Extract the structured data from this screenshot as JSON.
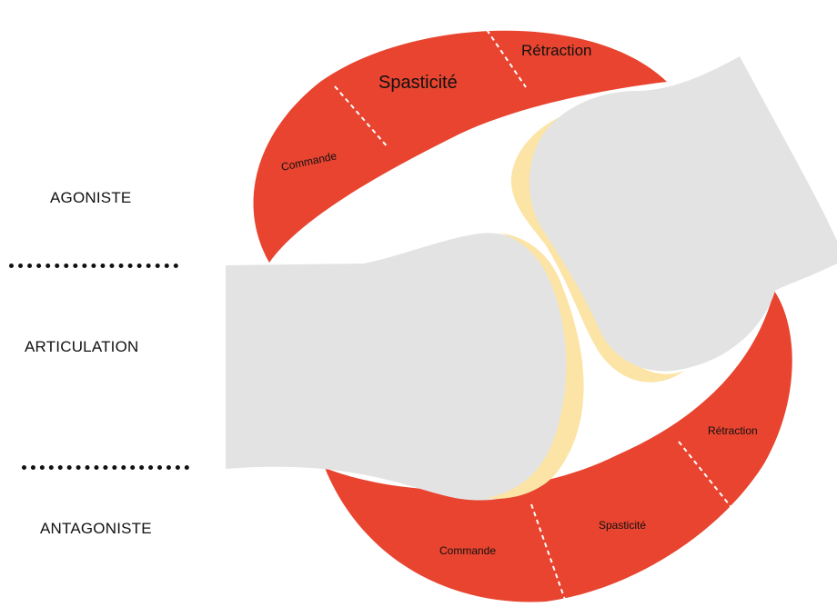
{
  "labels": {
    "agoniste": "AGONISTE",
    "articulation": "ARTICULATION",
    "antagoniste": "ANTAGONISTE"
  },
  "agonist_muscle": {
    "commande": "Commande",
    "spasticite": "Spasticité",
    "retraction": "Rétraction"
  },
  "antagonist_muscle": {
    "commande": "Commande",
    "spasticite": "Spasticité",
    "retraction": "Rétraction"
  },
  "colors": {
    "muscle": "#e8442f",
    "bone": "#e3e3e3",
    "cartilage": "#fbe4a6",
    "separator": "#ffffff",
    "text": "#111111"
  }
}
